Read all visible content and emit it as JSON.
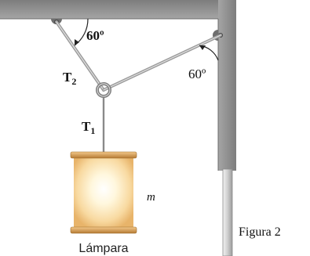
{
  "figure": {
    "angle_left_label": "60º",
    "angle_right_label": "60º",
    "tension_upper_label": "T",
    "tension_upper_sub": "2",
    "tension_lower_label": "T",
    "tension_lower_sub": "1",
    "mass_label": "m",
    "lamp_label": "Lámpara",
    "figure_caption": "Figura 2"
  },
  "colors": {
    "ceiling": "#8e8e8e",
    "wall": "#8e8e8e",
    "cable": "#7a7a7a",
    "lamp_glow": "#fffdf2",
    "lamp_edge": "#e2b56e",
    "lamp_cap": "#c48a3f",
    "ring": "#9a9a9a",
    "pole": "#dcdcdc"
  }
}
